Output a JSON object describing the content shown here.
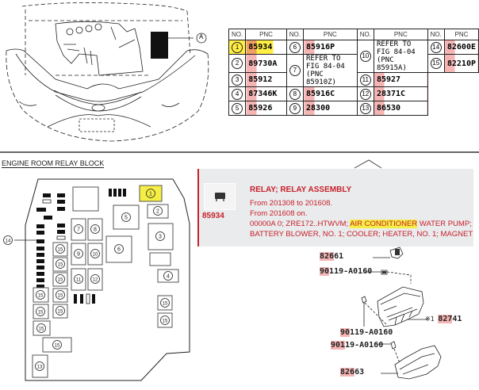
{
  "car_diagram": {
    "callout": "A"
  },
  "pnc_table": {
    "headers": [
      "NO.",
      "PNC",
      "NO.",
      "PNC",
      "NO.",
      "PNC",
      "NO.",
      "PNC"
    ],
    "rows": [
      {
        "no": "1",
        "pnc": "85934",
        "highlighted": true
      },
      {
        "no": "2",
        "pnc": "89730A"
      },
      {
        "no": "3",
        "pnc": "85912"
      },
      {
        "no": "4",
        "pnc": "87346K"
      },
      {
        "no": "5",
        "pnc": "85926"
      },
      {
        "no": "6",
        "pnc": "85916P"
      },
      {
        "no": "7",
        "pnc_lines": [
          "REFER TO",
          "FIG 84-04",
          "(PNC 85910Z)"
        ]
      },
      {
        "no": "8",
        "pnc": "85916C"
      },
      {
        "no": "9",
        "pnc": "28300"
      },
      {
        "no": "10",
        "pnc_lines": [
          "REFER TO",
          "FIG 84-04",
          "(PNC 85915A)"
        ]
      },
      {
        "no": "11",
        "pnc": "85927"
      },
      {
        "no": "12",
        "pnc": "28371C"
      },
      {
        "no": "13",
        "pnc": "86530"
      },
      {
        "no": "14",
        "pnc": "82600E"
      },
      {
        "no": "15",
        "pnc": "82210P"
      }
    ]
  },
  "section": {
    "title": "ENGINE ROOM RELAY BLOCK"
  },
  "relay_block": {
    "labels": [
      "1",
      "2",
      "3",
      "4",
      "5",
      "6",
      "7",
      "8",
      "9",
      "10",
      "11",
      "12",
      "13",
      "14",
      "15"
    ],
    "highlighted": "1"
  },
  "popup": {
    "part_number": "85934",
    "title": "RELAY; RELAY ASSEMBLY",
    "lines": [
      "From 201308 to 201608.",
      "From 201608 on.",
      "00000A 0; ZRE172..HTWVM; ",
      "BATTERY BLOWER, NO. 1; COOLER; HEATER, NO. 1; MAGNET"
    ],
    "highlight_text": "AIR CONDITIONER",
    "after_highlight": " WATER PUMP;",
    "accent_color": "#c8202b",
    "background": "#e9ebec"
  },
  "exploded_parts": {
    "labels": [
      {
        "id": "82661",
        "hl": "826",
        "rest": "61"
      },
      {
        "id": "90119-A0160-a",
        "hl": "90",
        "rest": "119-A0160"
      },
      {
        "id": "82741",
        "prefix": "※1 ",
        "hl": "827",
        "rest": "41"
      },
      {
        "id": "90119-A0160-b",
        "hl": "90",
        "rest": "119-A0160"
      },
      {
        "id": "90119-A0160-c",
        "hl": "901",
        "rest": "19-A0160"
      },
      {
        "id": "82663",
        "hl": "826",
        "rest": "63"
      }
    ]
  }
}
